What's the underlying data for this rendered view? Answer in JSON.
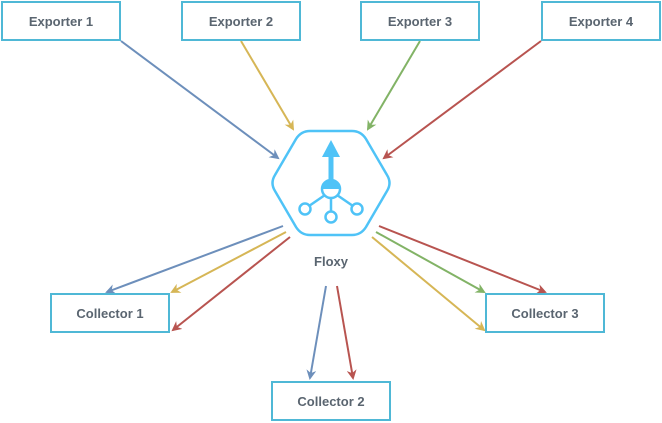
{
  "exporters": [
    {
      "label": "Exporter 1",
      "color": "#6d8fbb"
    },
    {
      "label": "Exporter 2",
      "color": "#d6b656"
    },
    {
      "label": "Exporter 3",
      "color": "#82b366"
    },
    {
      "label": "Exporter 4",
      "color": "#b85450"
    }
  ],
  "hub": {
    "label": "Floxy",
    "color": "#4fc3f7"
  },
  "collectors": [
    {
      "label": "Collector 1"
    },
    {
      "label": "Collector 2"
    },
    {
      "label": "Collector 3"
    }
  ]
}
